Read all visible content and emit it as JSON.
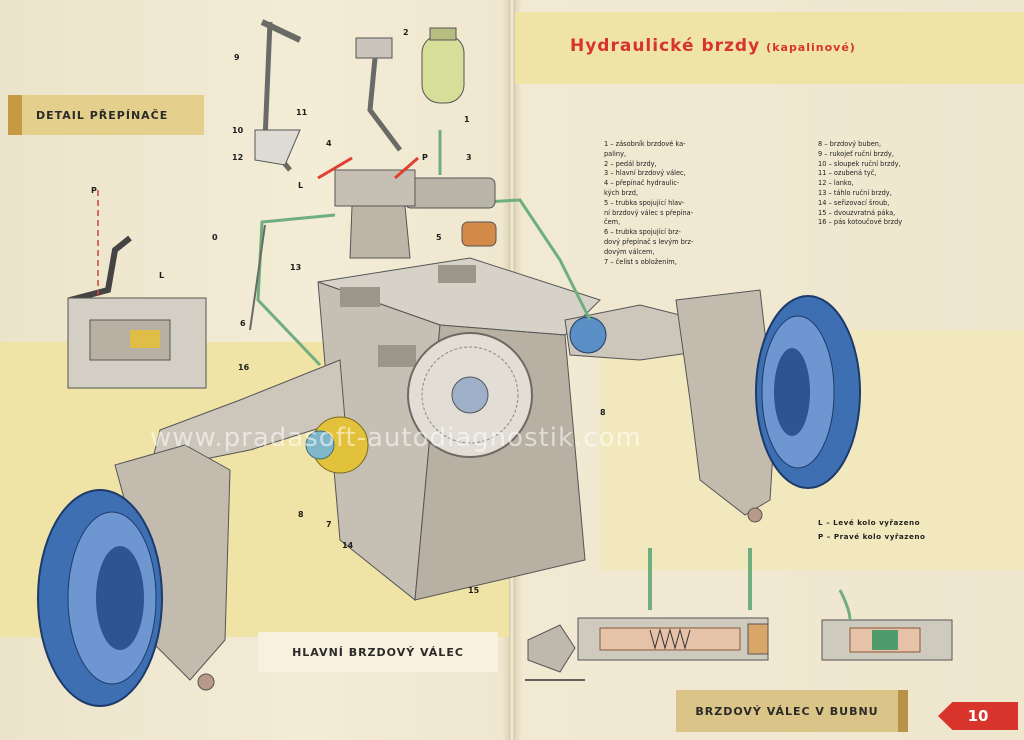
{
  "header": {
    "title": "Hydraulické brzdy",
    "subtitle": "(kapalinové)",
    "page_number": "10"
  },
  "labels": {
    "detail": "DETAIL PŘEPÍNAČE",
    "master_cylinder": "HLAVNÍ BRZDOVÝ VÁLEC",
    "wheel_cylinder": "BRZDOVÝ VÁLEC V BUBNU"
  },
  "legend_left": [
    "1 – zásobník brzdové ka-",
    "paliny,",
    "2 – pedál brzdy,",
    "3 – hlavní brzdový válec,",
    "4 – přepínač hydraulic-",
    "kých brzd,",
    "5 – trubka spojující hlav-",
    "ní brzdový válec s přepína-",
    "čem,",
    "6 – trubka spojující brz-",
    "dový přepínač s levým brz-",
    "dovým válcem,",
    "7 – čelist s obložením,"
  ],
  "legend_right": [
    "8 – brzdový buben,",
    "9 – rukojeť ruční brzdy,",
    "10 – sloupek ruční brzdy,",
    "11 – ozubená tyč,",
    "12 – lanko,",
    "13 – táhlo ruční brzdy,",
    "14 – seřizovací šroub,",
    "15 – dvouzvratná páka,",
    "16 – pás kotoučové brzdy"
  ],
  "legend_switch": [
    "L – Levé kolo vyřazeno",
    "P – Pravé kolo vyřazeno"
  ],
  "callouts": {
    "n1": "1",
    "n2": "2",
    "n3": "3",
    "n4": "4",
    "n5": "5",
    "n6": "6",
    "n7": "7",
    "n8a": "8",
    "n8b": "8",
    "n9": "9",
    "n10": "10",
    "n11": "11",
    "n12": "12",
    "n13": "13",
    "n14": "14",
    "n15": "15",
    "n16": "16",
    "pTop": "P",
    "lTop": "L",
    "pLeft": "P",
    "lLeft": "L",
    "zero": "0"
  },
  "watermark": "www.pradasoft-autodiagnostik.com",
  "colors": {
    "title_red": "#d7342e",
    "drum_blue": "#3f6fb3",
    "label_tan": "#e5cf8c",
    "page_tab_red": "#d8342b",
    "pipe_green": "#6fae7e"
  }
}
